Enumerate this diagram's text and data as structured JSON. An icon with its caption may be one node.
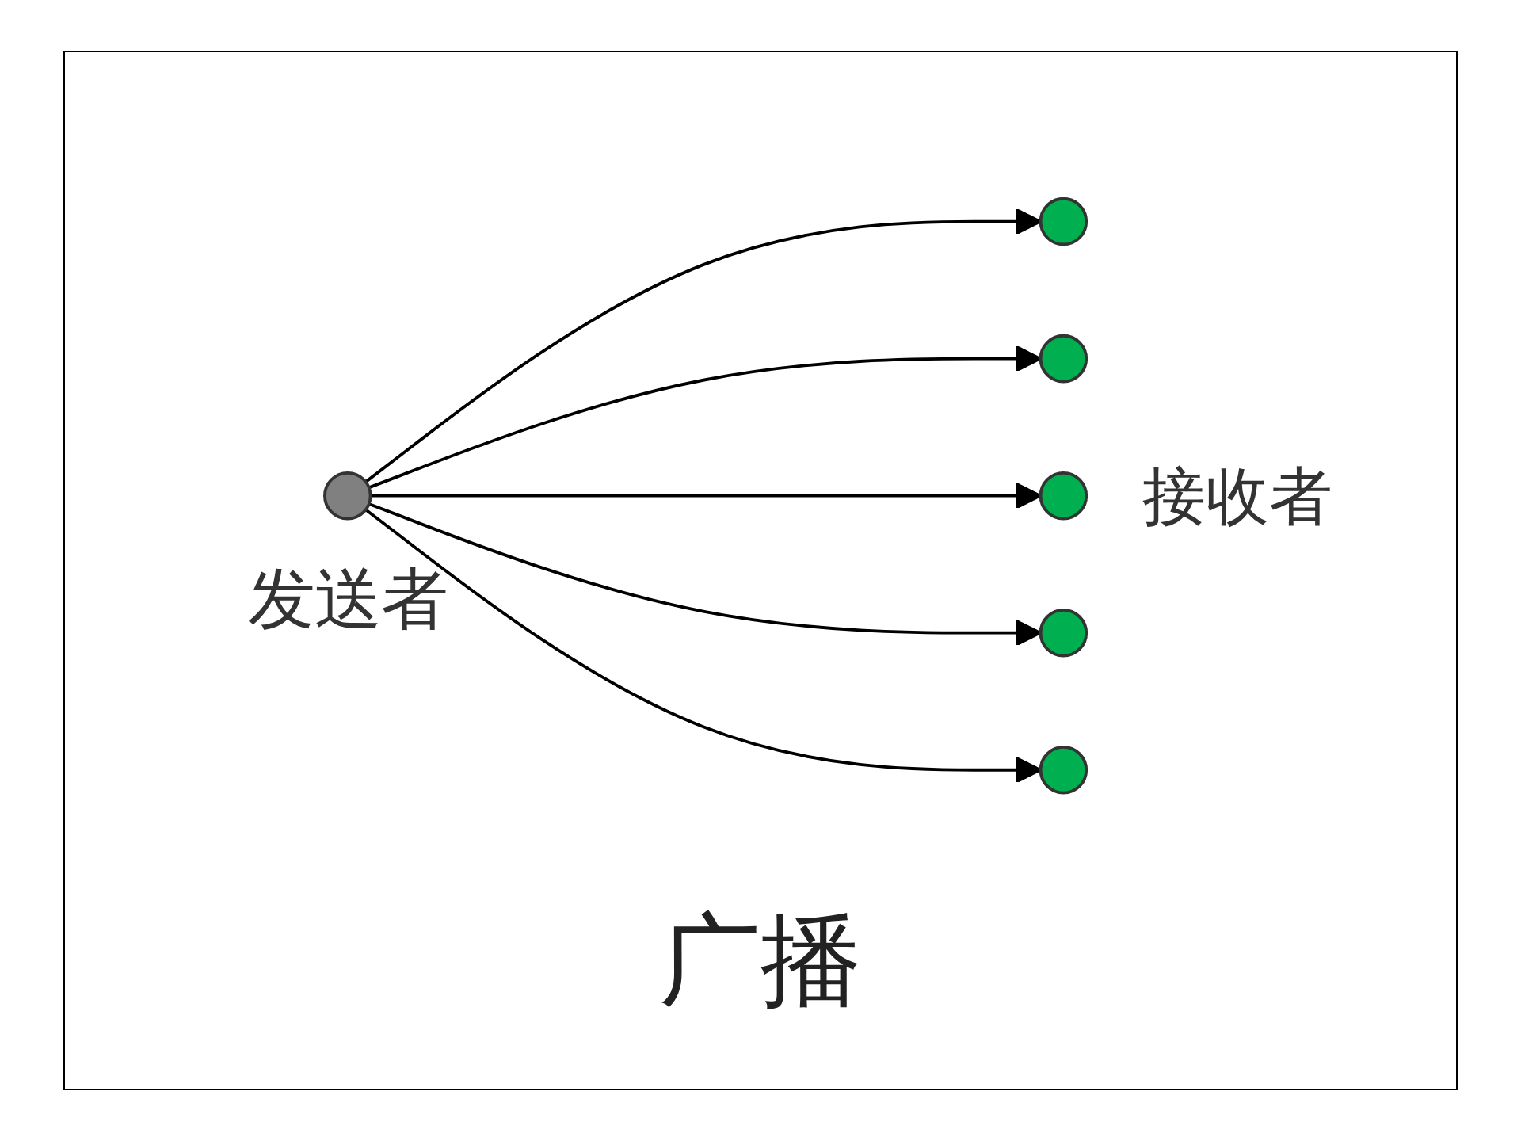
{
  "diagram": {
    "caption": "广播",
    "nodes": [
      {
        "text": [],
        "shape": "circle",
        "beside": [
          "发送者"
        ]
      },
      {
        "text": [],
        "shape": "circle"
      },
      {
        "text": [],
        "shape": "circle"
      },
      {
        "text": [],
        "shape": "circle"
      },
      {
        "text": [],
        "shape": "circle"
      },
      {
        "text": [],
        "shape": "circle"
      }
    ],
    "edges": [
      {
        "from": 0,
        "to": 1,
        "arrow": "to"
      },
      {
        "from": 0,
        "to": 2,
        "arrow": "to"
      },
      {
        "from": 0,
        "to": 3,
        "arrow": "to"
      },
      {
        "from": 0,
        "to": 4,
        "arrow": "to"
      },
      {
        "from": 0,
        "to": 5,
        "arrow": "to"
      }
    ],
    "labels": [
      "接收者"
    ]
  }
}
